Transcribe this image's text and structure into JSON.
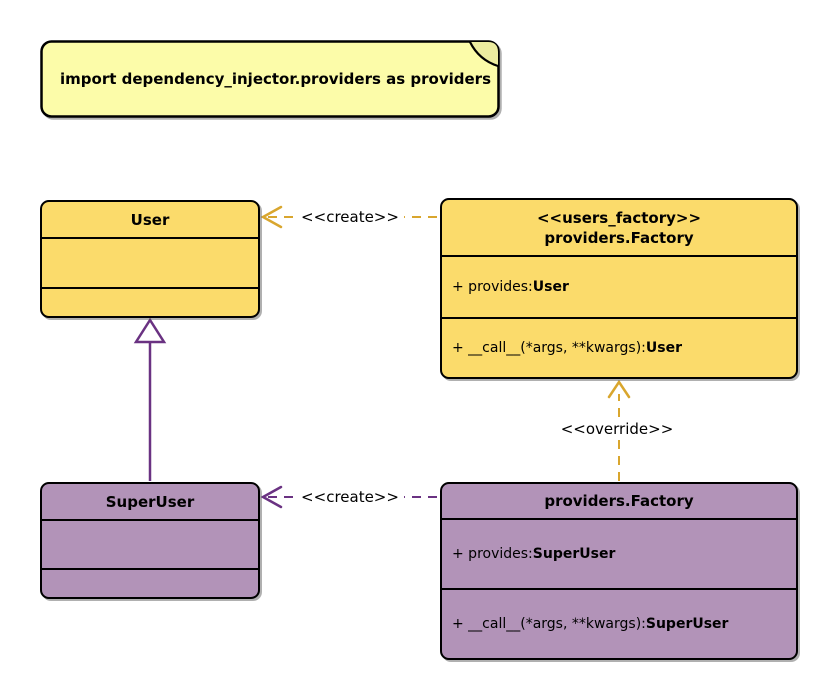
{
  "diagram": {
    "note": {
      "text": "import dependency_injector.providers as providers"
    },
    "classes": {
      "user": {
        "name": "User"
      },
      "super_user": {
        "name": "SuperUser"
      },
      "users_factory": {
        "stereotype": "<<users_factory>>",
        "name": "providers.Factory",
        "attribute_prefix": "+ provides: ",
        "attribute_type": "User",
        "method_prefix": "+ __call__(*args, **kwargs): ",
        "method_type": "User"
      },
      "super_users_factory": {
        "name": "providers.Factory",
        "attribute_prefix": "+ provides: ",
        "attribute_type": "SuperUser",
        "method_prefix": "+ __call__(*args, **kwargs): ",
        "method_type": "SuperUser"
      }
    },
    "edges": {
      "create_user_label": "<<create>>",
      "create_super_user_label": "<<create>>",
      "override_label": "<<override>>"
    },
    "colors": {
      "class_yellow_fill": "#FBDB6B",
      "class_purple_fill": "#B293B8",
      "note_fill": "#FCFCA9",
      "arrow_gold": "#D9A62E",
      "arrow_purple": "#6A3282",
      "border": "#000000"
    }
  }
}
